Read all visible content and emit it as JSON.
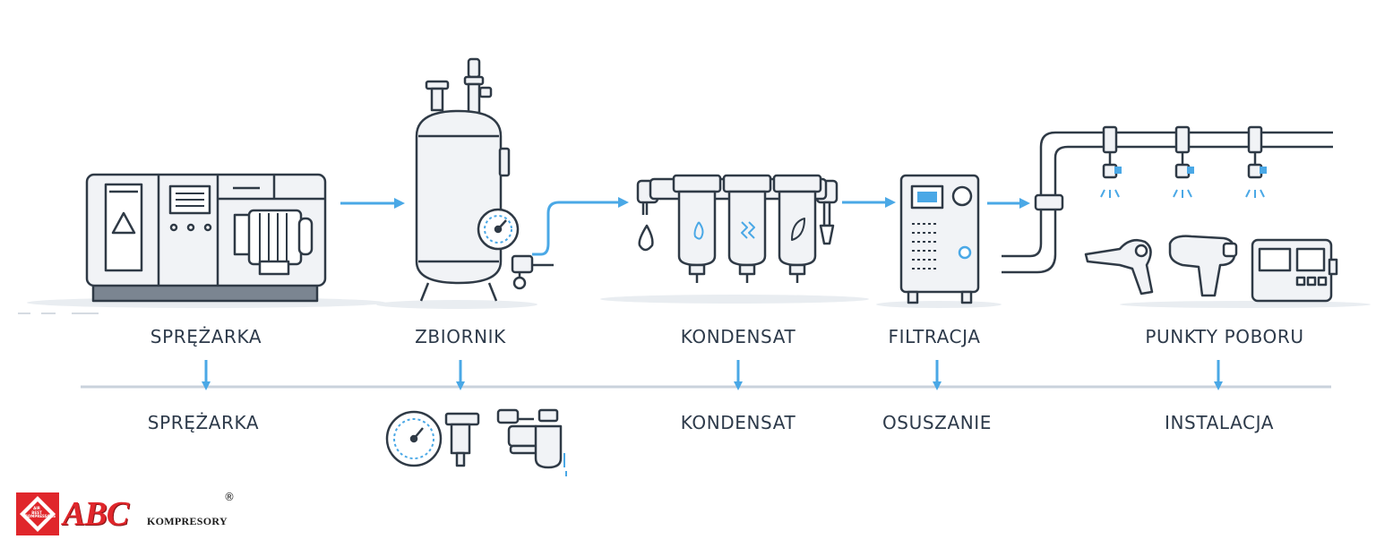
{
  "stages_top": [
    {
      "label": "SPRĘŻARKA"
    },
    {
      "label": "ZBIORNIK"
    },
    {
      "label": "KONDENSAT"
    },
    {
      "label": "FILTRACJA"
    },
    {
      "label": "PUNKTY POBORU"
    }
  ],
  "stages_bottom": [
    {
      "label": "SPRĘŻARKA"
    },
    {
      "label": "KONDENSAT"
    },
    {
      "label": "OSUSZANIE"
    },
    {
      "label": "INSTALACJA"
    }
  ],
  "logo": {
    "brand": "ABC",
    "subtitle": "KOMPRESORY",
    "registered": "®",
    "badge_line1": "AIR",
    "badge_line2": "BEST",
    "badge_line3": "COMPRESSORS"
  },
  "colors": {
    "accent_blue": "#4aa8e6",
    "line_dark": "#2f3a46",
    "body_fill": "#f1f3f6",
    "brand_red": "#e0262b",
    "rail_gray": "#c9d2dc"
  }
}
